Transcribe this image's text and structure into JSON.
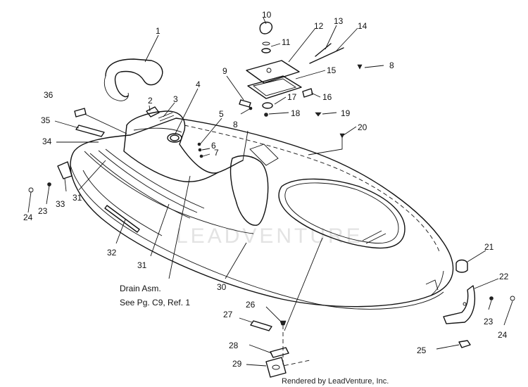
{
  "diagram": {
    "watermark": "LEADVENTURE",
    "footer": "Rendered by LeadVenture, Inc.",
    "note_lines": [
      "Drain Asm.",
      "See Pg. C9, Ref. 1"
    ],
    "callouts": {
      "c1": "1",
      "c2": "2",
      "c3": "3",
      "c4": "4",
      "c5": "5",
      "c6": "6",
      "c7": "7",
      "c8a": "8",
      "c8b": "8",
      "c9": "9",
      "c10": "10",
      "c11": "11",
      "c12": "12",
      "c13": "13",
      "c14": "14",
      "c15": "15",
      "c16": "16",
      "c17": "17",
      "c18": "18",
      "c19": "19",
      "c20": "20",
      "c21": "21",
      "c22": "22",
      "c23a": "23",
      "c23b": "23",
      "c24a": "24",
      "c24b": "24",
      "c25": "25",
      "c26": "26",
      "c27": "27",
      "c28": "28",
      "c29": "29",
      "c30": "30",
      "c31a": "31",
      "c31b": "31",
      "c32": "32",
      "c33": "33",
      "c34": "34",
      "c35": "35",
      "c36": "36"
    }
  }
}
